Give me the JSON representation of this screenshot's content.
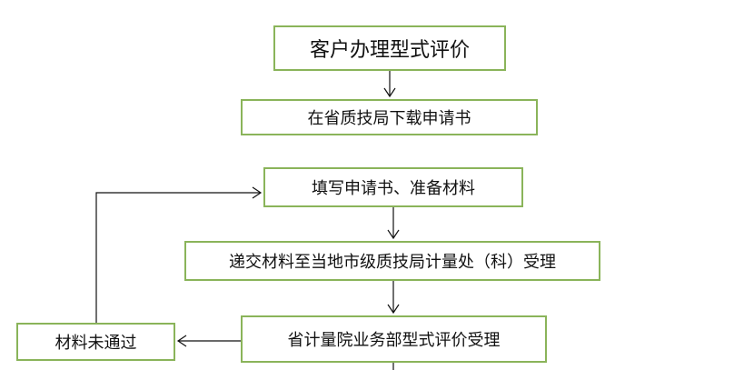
{
  "diagram": {
    "nodes": {
      "apply": "客户办理型式评价",
      "download": "在省质技局下载申请书",
      "fill": "填写申请书、准备材料",
      "submit": "递交材料至当地市级质技局计量处（科）受理",
      "accept": "省计量院业务部型式评价受理",
      "rejected": "材料未通过"
    },
    "colors": {
      "box_border": "#8ab45a",
      "arrow": "#111111"
    }
  }
}
